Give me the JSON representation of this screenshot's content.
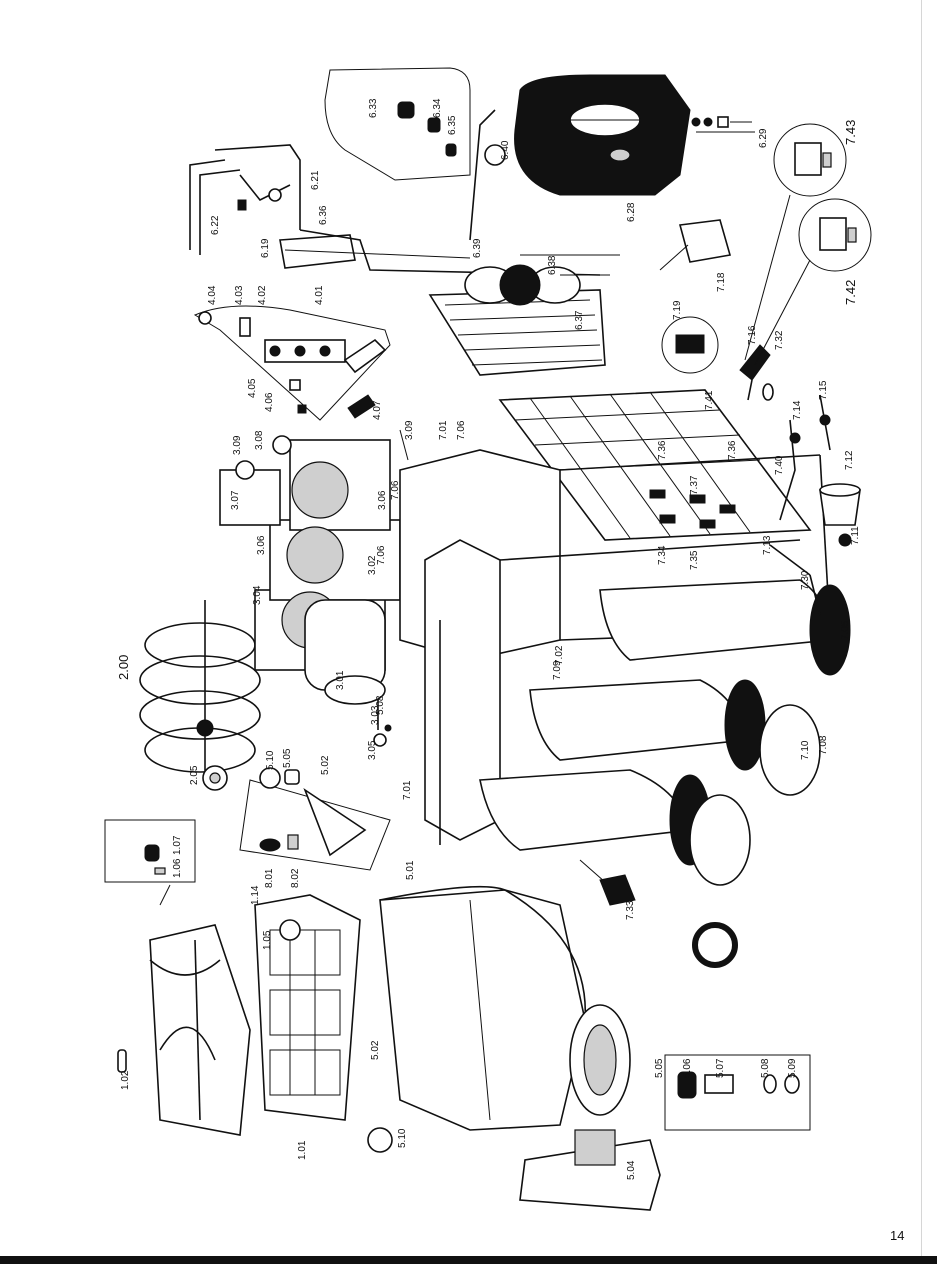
{
  "page_number": "14",
  "colors": {
    "ink": "#111111",
    "paper": "#ffffff",
    "rule": "#d6d6d6"
  },
  "callouts": {
    "c102": "1.02",
    "c101": "1.01",
    "c114": "1.14",
    "c105": "1.05",
    "c106": "1.06",
    "c107": "1.07",
    "c200": "2.00",
    "c205": "2.05",
    "c301": "3.01",
    "c302": "3.02",
    "c303": "3.03",
    "c304": "3.04",
    "c305": "3.05",
    "c306": "3.06",
    "c307": "3.07",
    "c308": "3.08",
    "c309": "3.09",
    "c401": "4.01",
    "c402": "4.02",
    "c403": "4.03",
    "c404": "4.04",
    "c405": "4.05",
    "c406": "4.06",
    "c407": "4.07",
    "c501": "5.01",
    "c502": "5.02",
    "c504": "5.04",
    "c505": "5.05",
    "c506": "5.06",
    "c507": "5.07",
    "c508": "5.08",
    "c509": "5.09",
    "c510": "5.10",
    "c619": "6.19",
    "c621": "6.21",
    "c622": "6.22",
    "c628": "6.28",
    "c629": "6.29",
    "c633": "6.33",
    "c634": "6.34",
    "c635": "6.35",
    "c636": "6.36",
    "c637": "6.37",
    "c638": "6.38",
    "c639": "6.39",
    "c640": "6.40",
    "c701": "7.01",
    "c702": "7.02",
    "c705": "7.05",
    "c706": "7.06",
    "c708": "7.08",
    "c709": "7.09",
    "c710": "7.10",
    "c711": "7.11",
    "c712": "7.12",
    "c713": "7.13",
    "c714": "7.14",
    "c715": "7.15",
    "c716": "7.16",
    "c718": "7.18",
    "c719": "7.19",
    "c730": "7.30",
    "c732": "7.32",
    "c733": "7.33",
    "c734": "7.34",
    "c735": "7.35",
    "c736": "7.36",
    "c737": "7.37",
    "c740": "7.40",
    "c741": "7.41",
    "c742": "7.42",
    "c743": "7.43",
    "c801": "8.01",
    "c802": "8.02"
  }
}
